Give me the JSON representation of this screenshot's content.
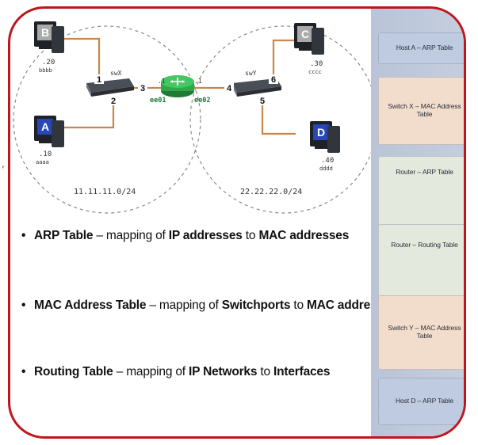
{
  "diagram": {
    "networks": [
      {
        "label": "11.11.11.0/24"
      },
      {
        "label": "22.22.22.0/24"
      }
    ],
    "hosts": [
      {
        "letter": "B",
        "ip": ".20",
        "mac": "bbbb",
        "color": "#a9a9a9"
      },
      {
        "letter": "A",
        "ip": ".10",
        "mac": "aaaa",
        "color": "#2746b8"
      },
      {
        "letter": "C",
        "ip": ".30",
        "mac": "cccc",
        "color": "#a9a9a9"
      },
      {
        "letter": "D",
        "ip": ".40",
        "mac": "dddd",
        "color": "#2746b8"
      }
    ],
    "switches": [
      {
        "name": "swX",
        "ports": [
          "1",
          "2",
          "3"
        ]
      },
      {
        "name": "swY",
        "ports": [
          "6",
          "5",
          "4"
        ]
      }
    ],
    "router": {
      "color": "#2ea84a",
      "interfaces": [
        {
          "ip": ".1",
          "name": "ee01"
        },
        {
          "ip": ".1",
          "name": "ee02"
        }
      ]
    }
  },
  "bullets": [
    {
      "term": "ARP Table",
      "text_1": " – mapping of ",
      "bold_1": "IP addresses",
      "text_2": " to ",
      "bold_2": "MAC addresses"
    },
    {
      "term": "MAC Address Table",
      "text_1": " – mapping of ",
      "bold_1": "Switchports",
      "text_2": " to ",
      "bold_2": "MAC addresses"
    },
    {
      "term": "Routing Table",
      "text_1": " – mapping of ",
      "bold_1": "IP Networks",
      "text_2": " to ",
      "bold_2": "Interfaces"
    }
  ],
  "tables": [
    {
      "label": "Host A – ARP Table",
      "color": "#bfcbe0"
    },
    {
      "label": "Switch X – MAC Address Table",
      "color": "#f2ddcd"
    },
    {
      "label": "Router – ARP Table",
      "color": "#e3e9dc"
    },
    {
      "label": "Router – Routing Table",
      "color": "#e3e9dc"
    },
    {
      "label": "Switch Y – MAC Address Table",
      "color": "#f2ddcd"
    },
    {
      "label": "Host D – ARP Table",
      "color": "#bfcbe0"
    }
  ],
  "margin_mark": ","
}
